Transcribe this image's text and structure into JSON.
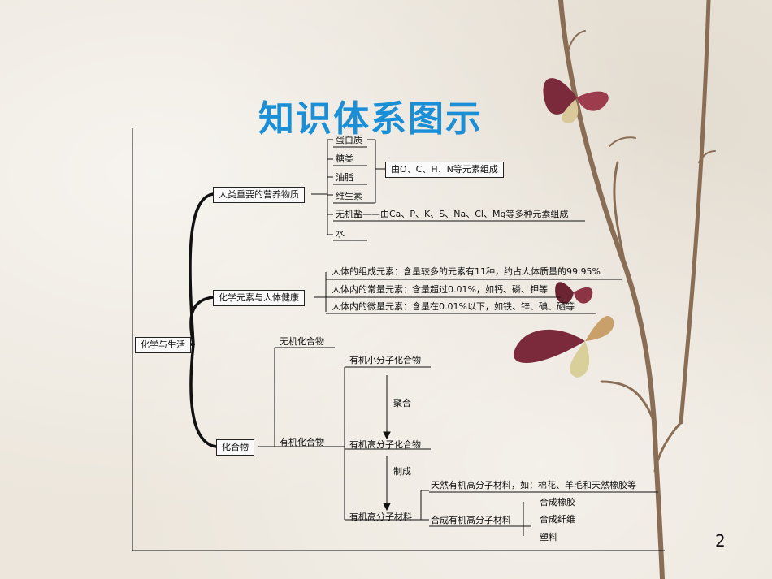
{
  "title": "知识体系图示",
  "page_number": "2",
  "diagram": {
    "root": "化学与生活",
    "nutrition": {
      "label": "人类重要的营养物质",
      "items": [
        "蛋白质",
        "糖类",
        "油脂",
        "维生素"
      ],
      "group_note": "由O、C、H、N等元素组成",
      "salt": "无机盐——由Ca、P、K、S、Na、Cl、Mg等多种元素组成",
      "water": "水"
    },
    "elements": {
      "label": "化学元素与人体健康",
      "lines": [
        "人体的组成元素：含量较多的元素有11种，约占人体质量的99.95%",
        "人体内的常量元素：含量超过0.01%，如钙、磷、钾等",
        "人体内的微量元素：含量在0.01%以下，如铁、锌、碘、硒等"
      ]
    },
    "compounds": {
      "label": "化合物",
      "inorganic": "无机化合物",
      "organic": "有机化合物",
      "small": "有机小分子化合物",
      "step1": "聚合",
      "high": "有机高分子化合物",
      "step2": "制成",
      "material": "有机高分子材料",
      "natural": "天然有机高分子材料，如：棉花、羊毛和天然橡胶等",
      "synthetic": "合成有机高分子材料",
      "synthetic_items": [
        "合成橡胶",
        "合成纤维",
        "塑料"
      ]
    }
  }
}
